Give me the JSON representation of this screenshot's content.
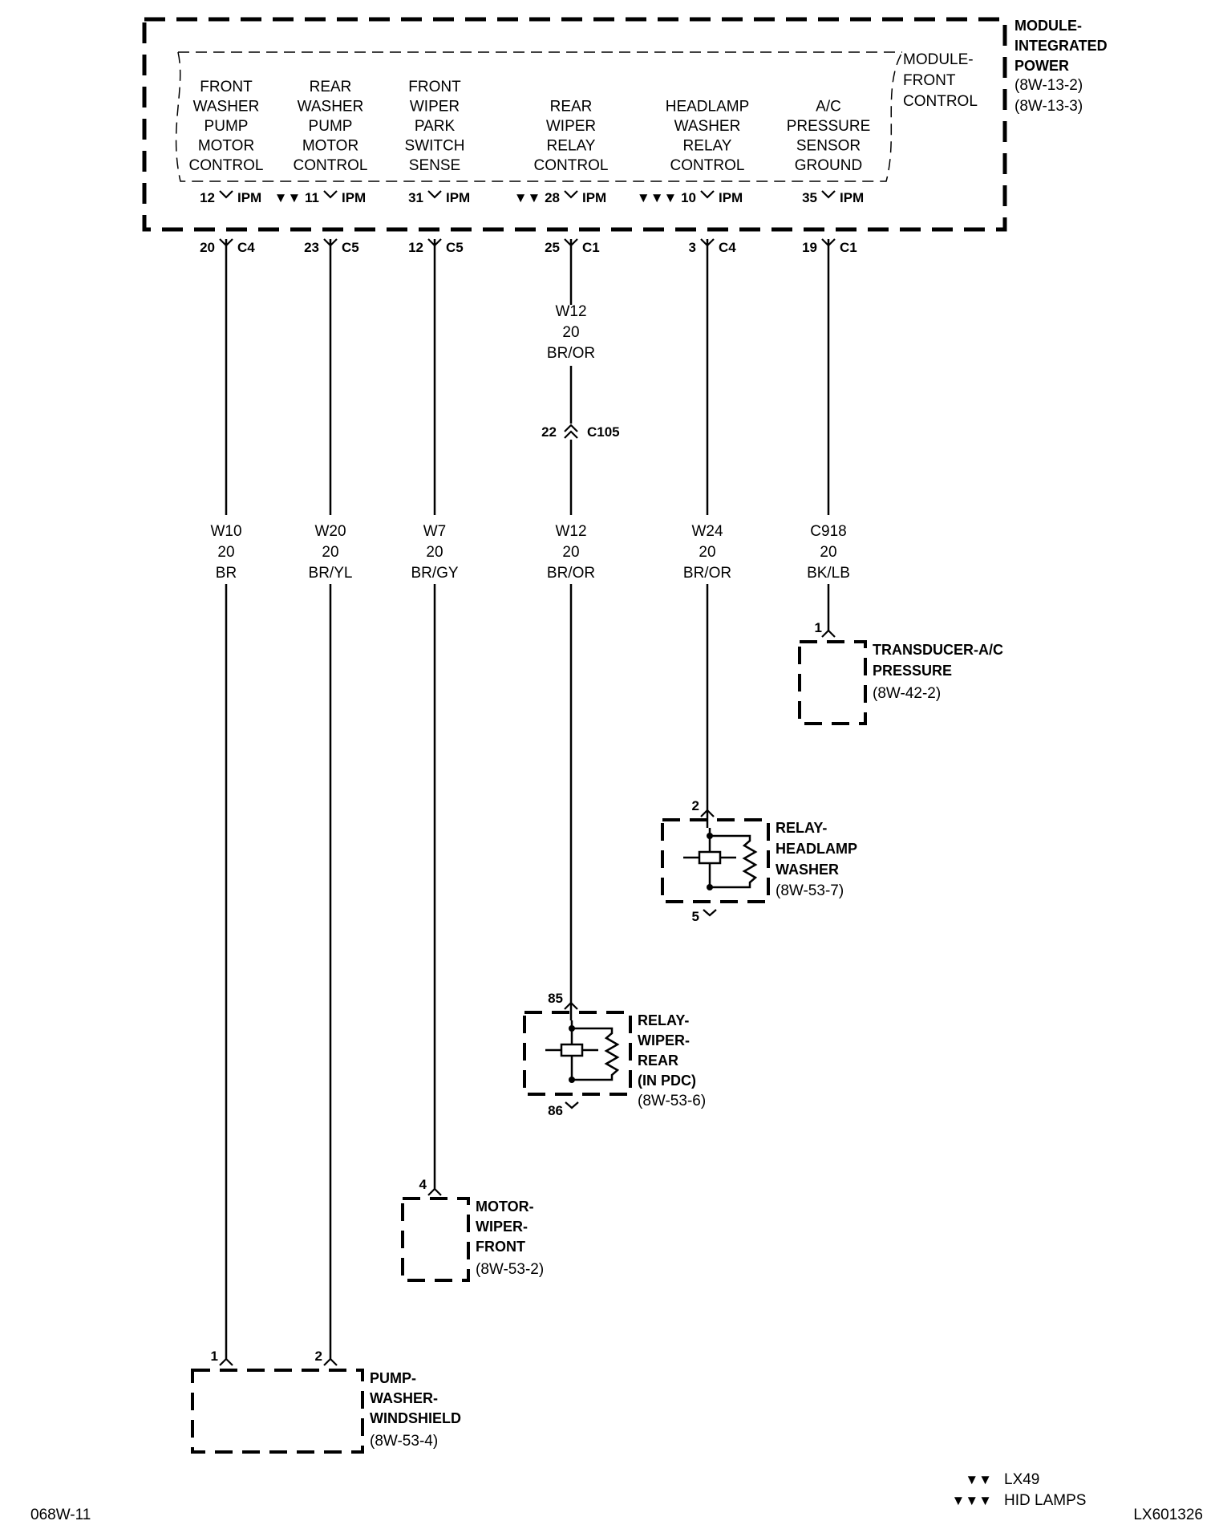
{
  "module": {
    "name": "MODULE-\nINTEGRATED\nPOWER",
    "refs": [
      "(8W-13-2)",
      "(8W-13-3)"
    ],
    "sub_name": "MODULE-\nFRONT\nCONTROL"
  },
  "circuits": [
    {
      "id": "front-washer",
      "label": "FRONT\nWASHER\nPUMP\nMOTOR\nCONTROL",
      "marker": "",
      "ipm_pin": "12",
      "ipm": "IPM",
      "conn_pin": "20",
      "conn": "C4",
      "wire": [
        "W10",
        "20",
        "BR"
      ]
    },
    {
      "id": "rear-washer",
      "label": "REAR\nWASHER\nPUMP\nMOTOR\nCONTROL",
      "marker": "▼▼",
      "ipm_pin": "11",
      "ipm": "IPM",
      "conn_pin": "23",
      "conn": "C5",
      "wire": [
        "W20",
        "20",
        "BR/YL"
      ]
    },
    {
      "id": "front-wiper",
      "label": "FRONT\nWIPER\nPARK\nSWITCH\nSENSE",
      "marker": "",
      "ipm_pin": "31",
      "ipm": "IPM",
      "conn_pin": "12",
      "conn": "C5",
      "wire": [
        "W7",
        "20",
        "BR/GY"
      ]
    },
    {
      "id": "rear-wiper",
      "label": "REAR\nWIPER\nRELAY\nCONTROL",
      "marker": "▼▼",
      "ipm_pin": "28",
      "ipm": "IPM",
      "conn_pin": "25",
      "conn": "C1",
      "wire": [
        "W12",
        "20",
        "BR/OR"
      ],
      "wire_upper": [
        "W12",
        "20",
        "BR/OR"
      ],
      "inline": {
        "pin": "22",
        "name": "C105"
      }
    },
    {
      "id": "headlamp-washer",
      "label": "HEADLAMP\nWASHER\nRELAY\nCONTROL",
      "marker": "▼▼▼",
      "ipm_pin": "10",
      "ipm": "IPM",
      "conn_pin": "3",
      "conn": "C4",
      "wire": [
        "W24",
        "20",
        "BR/OR"
      ]
    },
    {
      "id": "ac-pressure",
      "label": "A/C\nPRESSURE\nSENSOR\nGROUND",
      "marker": "",
      "ipm_pin": "35",
      "ipm": "IPM",
      "conn_pin": "19",
      "conn": "C1",
      "wire": [
        "C918",
        "20",
        "BK/LB"
      ]
    }
  ],
  "components": {
    "transducer": {
      "name": "TRANSDUCER-A/C\nPRESSURE",
      "ref": "(8W-42-2)",
      "pin": "1"
    },
    "relay_headlamp": {
      "name": "RELAY-\nHEADLAMP\nWASHER",
      "ref": "(8W-53-7)",
      "pin_top": "2",
      "pin_bottom": "5"
    },
    "relay_wiper": {
      "name": "RELAY-\nWIPER-\nREAR\n(IN PDC)",
      "ref": "(8W-53-6)",
      "pin_top": "85",
      "pin_bottom": "86"
    },
    "motor_wiper": {
      "name": "MOTOR-\nWIPER-\nFRONT",
      "ref": "(8W-53-2)",
      "pin": "4"
    },
    "pump_washer": {
      "name": "PUMP-\nWASHER-\nWINDSHIELD",
      "ref": "(8W-53-4)",
      "pin_left": "1",
      "pin_right": "2"
    }
  },
  "legend": [
    {
      "symbol": "▼▼",
      "label": "LX49"
    },
    {
      "symbol": "▼▼▼",
      "label": "HID LAMPS"
    }
  ],
  "footer": {
    "left": "068W-11",
    "right": "LX601326"
  }
}
